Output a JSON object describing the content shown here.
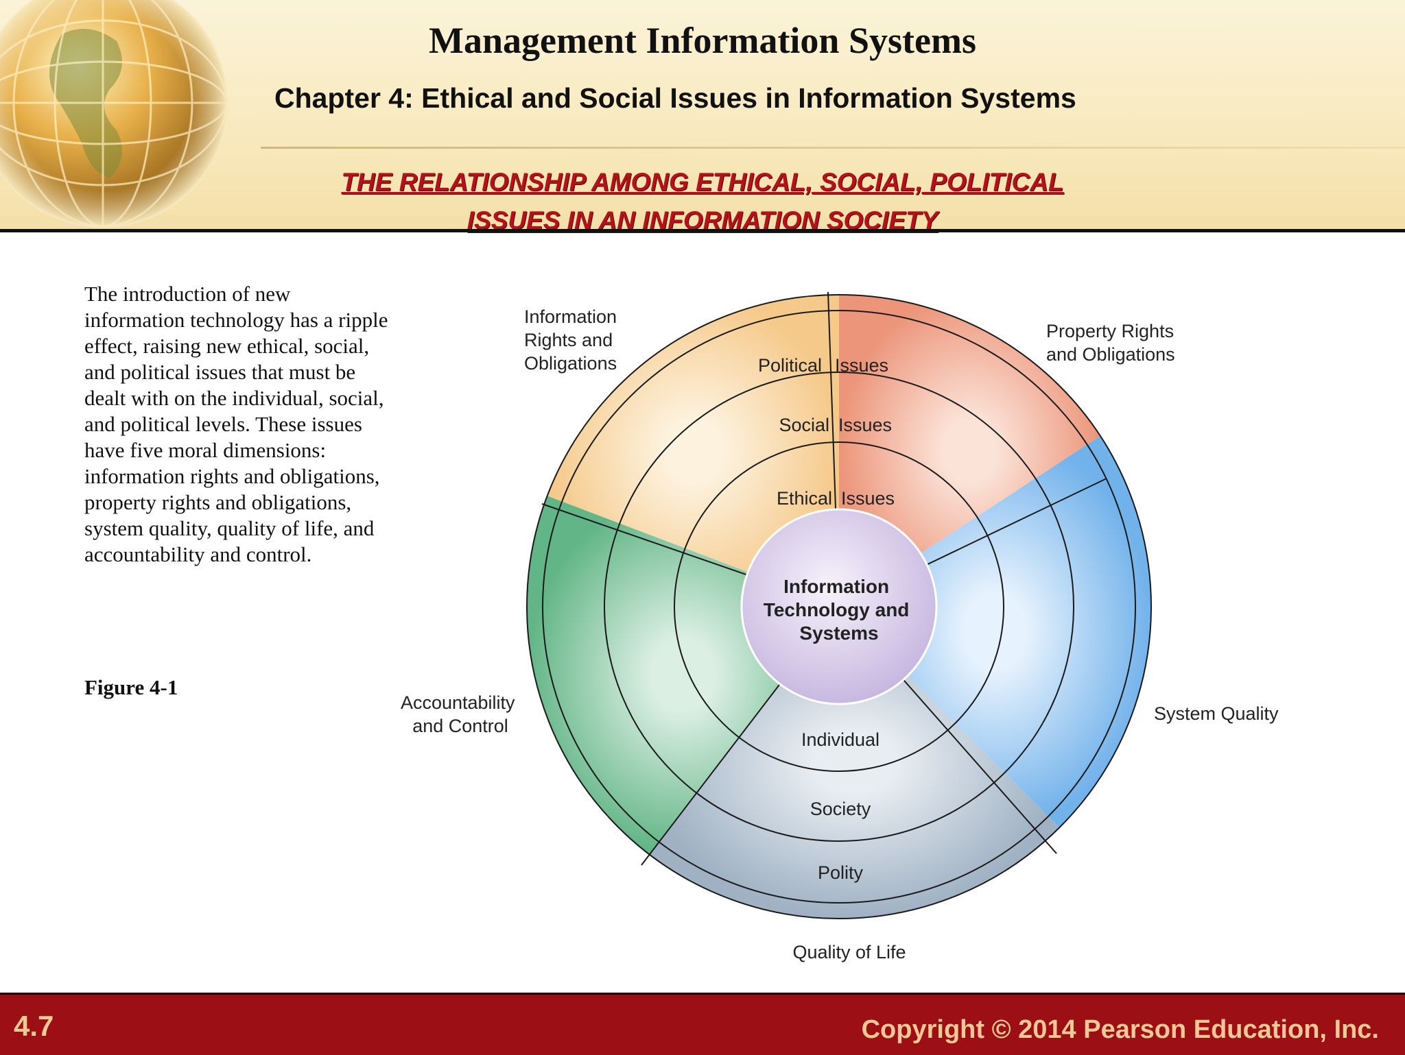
{
  "header": {
    "main_title": "Management Information Systems",
    "chapter_title": "Chapter 4: Ethical and Social Issues in Information Systems",
    "slide_heading_line1": "THE RELATIONSHIP AMONG ETHICAL, SOCIAL, POLITICAL",
    "slide_heading_line2": "ISSUES IN AN INFORMATION SOCIETY"
  },
  "body": {
    "paragraph": "The introduction of new information technology has a ripple effect, raising new ethical, social, and political issues that must be dealt with on the individual, social, and political levels. These issues have five moral dimensions: information rights and obligations, property rights and obligations, system quality, quality of life, and accountability and control.",
    "figure_label": "Figure 4-1"
  },
  "diagram": {
    "center_line1": "Information",
    "center_line2": "Technology and",
    "center_line3": "Systems",
    "ring_left_political": "Political",
    "ring_right_political": "Issues",
    "ring_left_social": "Social",
    "ring_right_social": "Issues",
    "ring_left_ethical": "Ethical",
    "ring_right_ethical": "Issues",
    "level_individual": "Individual",
    "level_society": "Society",
    "level_polity": "Polity",
    "dim_info_line1": "Information",
    "dim_info_line2": "Rights and",
    "dim_info_line3": "Obligations",
    "dim_property_line1": "Property Rights",
    "dim_property_line2": "and Obligations",
    "dim_system_quality": "System Quality",
    "dim_quality_life": "Quality of Life",
    "dim_account_line1": "Accountability",
    "dim_account_line2": "and Control",
    "colors": {
      "info_rights": "#f7cf94",
      "property_rights": "#ef9c7c",
      "system_quality": "#7ab8ee",
      "quality_of_life": "#a9bccc",
      "accountability": "#6fbf92",
      "center": "#cdbfe3"
    }
  },
  "footer": {
    "slide_number": "4.7",
    "copyright": "Copyright © 2014 Pearson Education, Inc."
  }
}
